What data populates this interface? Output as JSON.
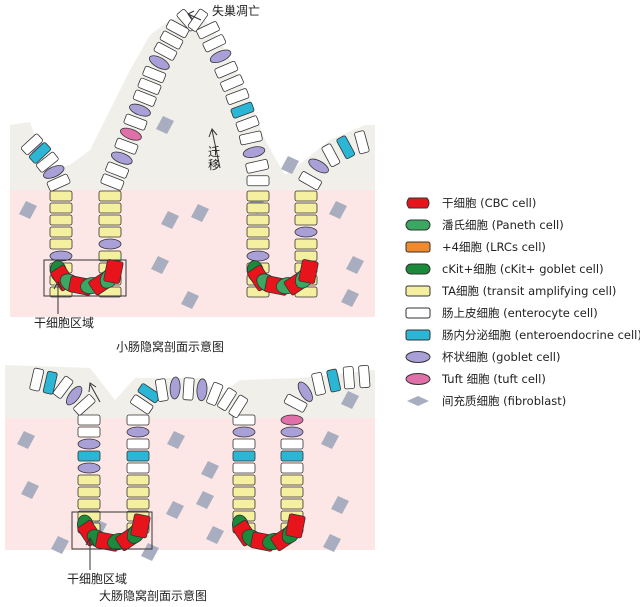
{
  "small_intestine": {
    "title": "小肠隐窝剖面示意图",
    "stem_zone_label": "干细胞区域",
    "top_label": "失巢凋亡",
    "migration_label": [
      "迁",
      "移"
    ]
  },
  "large_intestine": {
    "title": "大肠隐窝剖面示意图",
    "stem_zone_label": "干细胞区域"
  },
  "legend": [
    {
      "cell": "cbc",
      "label": "干细胞 (CBC cell)",
      "color": "#e8141c",
      "shape": "cbc"
    },
    {
      "cell": "paneth",
      "label": "潘氏细胞 (Paneth cell)",
      "color": "#3aa860",
      "shape": "round"
    },
    {
      "cell": "plus4",
      "label": "+4细胞 (LRCs cell)",
      "color": "#f08a2c",
      "shape": "rect"
    },
    {
      "cell": "ckit",
      "label": "cKit+细胞 (cKit+ goblet cell)",
      "color": "#1b8a3a",
      "shape": "round"
    },
    {
      "cell": "ta",
      "label": "TA细胞 (transit amplifying cell)",
      "color": "#f5f0a0",
      "shape": "rect"
    },
    {
      "cell": "enterocyte",
      "label": "肠上皮细胞 (enterocyte cell)",
      "color": "#ffffff",
      "shape": "rect"
    },
    {
      "cell": "endocrine",
      "label": "肠内分泌细胞 (enteroendocrine cell)",
      "color": "#2bb6d6",
      "shape": "rect"
    },
    {
      "cell": "goblet",
      "label": "杯状细胞 (goblet cell)",
      "color": "#aaa0d8",
      "shape": "oval"
    },
    {
      "cell": "tuft",
      "label": "Tuft 细胞 (tuft cell)",
      "color": "#e070a8",
      "shape": "oval"
    },
    {
      "cell": "fibroblast",
      "label": "间充质细胞 (fibroblast)",
      "color": "#a8aec0",
      "shape": "diamond"
    }
  ]
}
